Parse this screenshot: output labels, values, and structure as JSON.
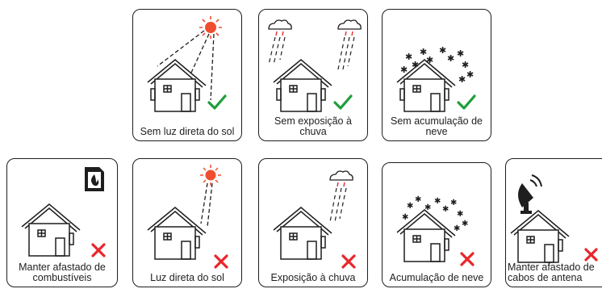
{
  "top_row": [
    {
      "id": "sun-ok",
      "caption": "Sem luz direta do sol",
      "status": "ok",
      "hazard": "sun-icon"
    },
    {
      "id": "rain-ok",
      "caption": "Sem exposição à chuva",
      "status": "ok",
      "hazard": "rain-cloud-icon"
    },
    {
      "id": "snow-ok",
      "caption": "Sem acumulação de neve",
      "status": "ok",
      "hazard": "snowflake-icon"
    }
  ],
  "bottom_row": [
    {
      "id": "fuel-bad",
      "caption": "Manter afastado de combustíveis",
      "status": "bad",
      "hazard": "fuel-can-icon"
    },
    {
      "id": "sun-bad",
      "caption": "Luz direta do sol",
      "status": "bad",
      "hazard": "sun-icon"
    },
    {
      "id": "rain-bad",
      "caption": "Exposição à chuva",
      "status": "bad",
      "hazard": "rain-cloud-icon"
    },
    {
      "id": "snow-bad",
      "caption": "Acumulação de neve",
      "status": "bad",
      "hazard": "snowflake-icon"
    },
    {
      "id": "antenna-bad",
      "caption": "Manter afastado de cabos de antena",
      "status": "bad",
      "hazard": "antenna-dish-icon"
    }
  ],
  "colors": {
    "ok": "#1e9e3a",
    "bad": "#e8262b",
    "sun": "#f04e30",
    "rain": "#e8262b",
    "line": "#1e1e1e"
  }
}
